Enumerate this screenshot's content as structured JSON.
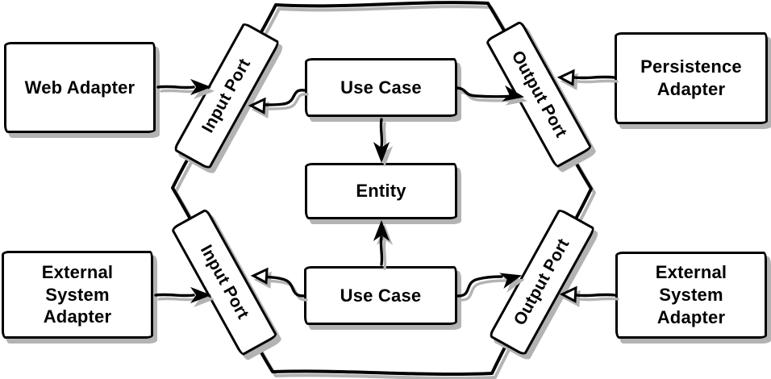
{
  "colors": {
    "line": "#000000",
    "shadow": "#b3b3b3",
    "fill": "#ffffff",
    "text": "#000000",
    "background": "#ffffff"
  },
  "boxes": {
    "web_adapter": {
      "label": "Web Adapter"
    },
    "persistence_adapter": {
      "label": "Persistence\nAdapter"
    },
    "external_system_adapter_left": {
      "label": "External\nSystem\nAdapter"
    },
    "external_system_adapter_right": {
      "label": "External\nSystem\nAdapter"
    },
    "input_port_top": {
      "label": "Input Port"
    },
    "input_port_bottom": {
      "label": "Input Port"
    },
    "output_port_top": {
      "label": "Output Port"
    },
    "output_port_bottom": {
      "label": "Output Port"
    },
    "use_case_top": {
      "label": "Use Case"
    },
    "use_case_bottom": {
      "label": "Use Case"
    },
    "entity": {
      "label": "Entity"
    }
  }
}
